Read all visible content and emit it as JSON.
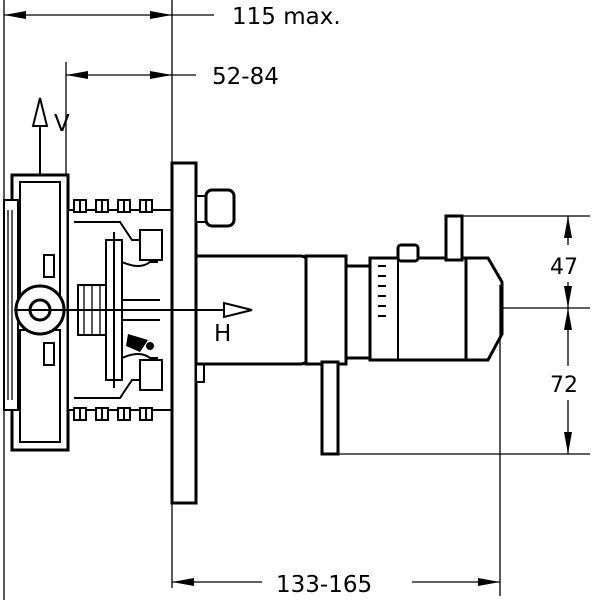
{
  "dimensions": {
    "overall_max": "115 max.",
    "wall_depth_range": "52-84",
    "projection_range": "133-165",
    "upper_offset": "47",
    "lower_offset": "72"
  },
  "axis_labels": {
    "vertical": "V",
    "horizontal": "H"
  }
}
